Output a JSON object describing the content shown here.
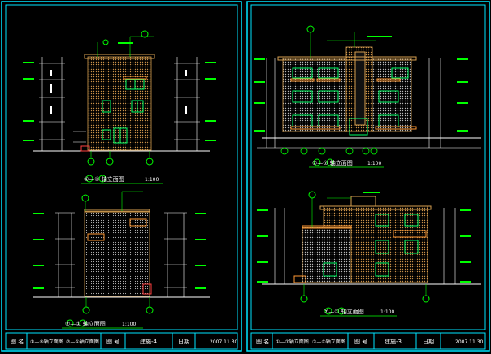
{
  "sheets": [
    {
      "id": "left",
      "views": [
        {
          "title": "①—③ 轴立面图",
          "scale": "1:100"
        },
        {
          "title": "⑦—① 轴立面图",
          "scale": "1:100"
        }
      ],
      "title_block": {
        "name_label": "图 名",
        "name_value_1": "①—③轴立面图",
        "name_value_2": "⑦—①轴立面图",
        "number_label": "图 号",
        "number_value": "建施-4",
        "date_label": "日期",
        "date_value": "2007.11.30"
      }
    },
    {
      "id": "right",
      "views": [
        {
          "title": "①—⑦ 轴立面图",
          "scale": "1:100"
        },
        {
          "title": "⑦—① 轴立面图",
          "scale": "1:100"
        }
      ],
      "title_block": {
        "name_label": "图 名",
        "name_value_1": "①—⑦轴立面图",
        "name_value_2": "⑦—①轴立面图",
        "number_label": "图 号",
        "number_value": "建施-3",
        "date_label": "日期",
        "date_value": "2007.11.30"
      }
    }
  ],
  "colors": {
    "frame": "#00e5ff",
    "facade": "#d8a050",
    "window": "#00ff66",
    "dimension": "#ffffff",
    "annotation": "#00ff00",
    "leader": "#ff4040",
    "grid_bubble": "#00ff00"
  }
}
